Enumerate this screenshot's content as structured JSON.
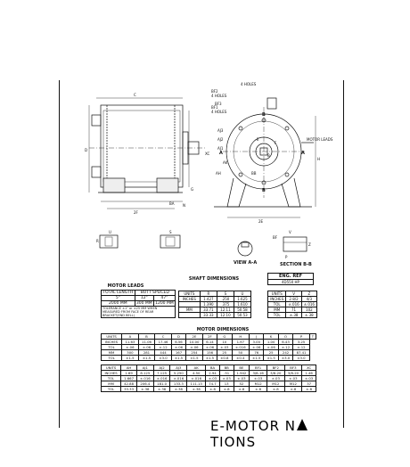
{
  "drawing_labels": {
    "bf3": "BF3",
    "bf3_holes": "4 HOLES",
    "bf2": "BF2",
    "bf2_holes": "4 HOLES",
    "bf1": "BF1",
    "bf1_holes": "4 HOLES",
    "aj3": "AJ3",
    "aj2": "AJ2",
    "aj1": "AJ1",
    "xc": "XC",
    "ah": "AH",
    "ak": "AK",
    "bb": "BB",
    "motor_leads": "MOTOR LEADS",
    "c": "C",
    "b": "B",
    "ba": "BA",
    "d": "D",
    "e": "E",
    "f": "F",
    "g": "G",
    "n": "N",
    "h": "H",
    "u": "U",
    "s": "S",
    "r": "R",
    "v": "V",
    "z": "Z",
    "a_left": "A",
    "a_right": "A",
    "bb_left": "B",
    "bb_right": "B",
    "view_aa": "VIEW A-A",
    "section_bb": "SECTION B-B",
    "dim_2f": "2F",
    "dim_2e": "2E",
    "dim_bf": "BF",
    "dim_p": "P",
    "dim_ah": "AH"
  },
  "eng_ref": {
    "title": "ENG. REF",
    "value": "4D550 HP"
  },
  "motor_leads_table": {
    "caption": "MOTOR LEADS",
    "headers": [
      "TOTAL LENGTH",
      "BUTT SPLICED"
    ],
    "row1": [
      "5\"",
      "12\"",
      "47\""
    ],
    "row2": [
      "2000 MM",
      "300 MM",
      "1200 MM"
    ],
    "note": "TOLERANCE ±1\" or ±25 MM WHEN MEASURED FROM FACE OF REAR BRACKET(END BELL)"
  },
  "shaft_table": {
    "caption": "SHAFT DIMENSIONS",
    "headers": [
      "UNITS",
      "R",
      "S",
      "U"
    ],
    "rows": [
      [
        "INCHES",
        "1.427",
        ".250",
        "1.625"
      ],
      [
        "",
        "1.390",
        ".375",
        "1.610"
      ],
      [
        "MM",
        "33.71",
        "12.11",
        "50.58"
      ],
      [
        "",
        "33.33",
        "12.10",
        "50.53"
      ]
    ]
  },
  "vz_table": {
    "headers": [
      "UNITS",
      "V",
      "Z"
    ],
    "rows": [
      [
        "INCHES",
        "2.8/2",
        "4/3"
      ],
      [
        "TOL",
        "±.016",
        "±.016"
      ],
      [
        "MM",
        "71",
        "102"
      ],
      [
        "TOL",
        "±.38",
        "±.38"
      ]
    ]
  },
  "motor_dims_table": {
    "caption": "MOTOR DIMENSIONS",
    "header1": [
      "UNITS",
      "A",
      "B",
      "C",
      "D",
      "2E",
      "2F",
      "G",
      "H",
      "J",
      "K",
      "O",
      "P",
      "T"
    ],
    "rows1": [
      [
        "INCHES",
        "11.63",
        "11.06",
        "17.46",
        "6.56",
        "10.00",
        "6.14",
        "10",
        "1.97",
        "3.00",
        "1.00",
        "6.43",
        "3.25"
      ],
      [
        "TOL",
        "±.06",
        "±.06",
        "±.12",
        "±.06",
        "±.06",
        "±.06",
        "±.03",
        "±.016",
        "±.06",
        "±.06",
        "±.12",
        "±.12"
      ],
      [
        "MM",
        "300",
        "281",
        "444",
        "167",
        "254",
        "156",
        "25",
        "50",
        "76",
        "25",
        "242",
        "87.41"
      ],
      [
        "TOL",
        "±1.5",
        "±1.5",
        "±3.0",
        "±1.5",
        "±1.5",
        "±1.5",
        "±0.8",
        "±0.4",
        "±1.5",
        "±1.5",
        "±3.0",
        "±3.0"
      ]
    ],
    "header2": [
      "UNITS",
      "AH",
      "AJ1",
      "AJ2",
      "AJ3",
      "AK",
      "BA",
      "BB",
      "BE",
      "BF1",
      "BF2",
      "BF3",
      "XC"
    ],
    "rows2": [
      [
        "INCHES",
        "1.69",
        "8.125",
        "7.125",
        "5.250",
        "4.50",
        "2.94",
        ".51",
        "1.942",
        "3/8-16",
        "3/8-20",
        "3/8-20",
        "1.46"
      ],
      [
        "TOL",
        "1.667",
        "±.016",
        "±.016",
        "±.016",
        "±.016",
        "±.03",
        "±.03",
        "±.03",
        "±.03",
        "±.03",
        "±.03",
        "±.03"
      ],
      [
        "MM",
        "42.88",
        "206.4",
        "181.0",
        "133.3",
        "111.13",
        "74.7",
        "13",
        "52",
        "M12",
        "M12",
        "M12",
        "37"
      ],
      [
        "TOL",
        "33.33",
        "±.38",
        "±.38",
        "±.38",
        "±.38",
        "±.8",
        "±.8",
        "±.8",
        "±.8",
        "±.8",
        "±.8",
        "±.8"
      ]
    ]
  },
  "brand": {
    "left": "E-MOTOR N",
    "right": "TIONS"
  }
}
